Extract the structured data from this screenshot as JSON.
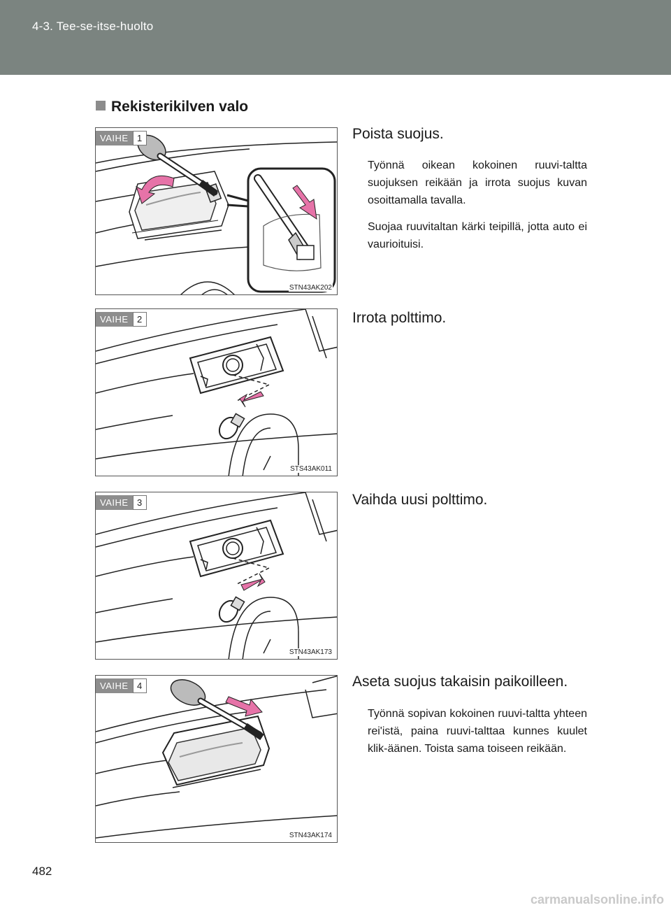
{
  "header": {
    "title": "4-3. Tee-se-itse-huolto"
  },
  "section": {
    "title": "Rekisterikilven valo"
  },
  "steps": [
    {
      "badge": "VAIHE",
      "number": "1",
      "code": "STN43AK202",
      "title": "Poista suojus.",
      "paragraphs": [
        "Työnnä oikean kokoinen ruuvi-taltta suojuksen reikään ja irrota suojus kuvan osoittamalla tavalla.",
        "Suojaa ruuvitaltan kärki teipillä, jotta auto ei vaurioituisi."
      ]
    },
    {
      "badge": "VAIHE",
      "number": "2",
      "code": "STS43AK011",
      "title": "Irrota polttimo.",
      "paragraphs": []
    },
    {
      "badge": "VAIHE",
      "number": "3",
      "code": "STN43AK173",
      "title": "Vaihda uusi polttimo.",
      "paragraphs": []
    },
    {
      "badge": "VAIHE",
      "number": "4",
      "code": "STN43AK174",
      "title": "Aseta suojus takaisin paikoilleen.",
      "paragraphs": [
        "Työnnä sopivan kokoinen ruuvi-taltta yhteen rei'istä, paina ruuvi-talttaa kunnes kuulet klik-äänen. Toista sama toiseen reikään."
      ]
    }
  ],
  "page_number": "482",
  "footer": {
    "url": "carmanualsonline.info"
  },
  "colors": {
    "header_bg": "#7b8480",
    "arrow": "#e673a8",
    "badge_bg": "#8d8d8d"
  }
}
